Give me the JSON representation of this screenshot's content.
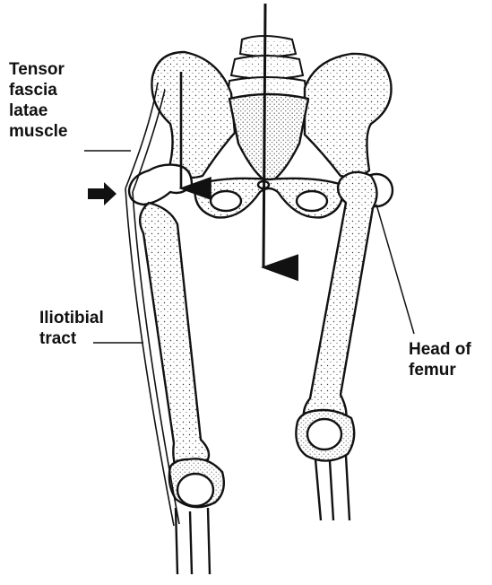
{
  "labels": {
    "tensor_fascia_latae": [
      "Tensor",
      "fascia",
      "latae",
      "muscle"
    ],
    "iliotibial_tract": [
      "Iliotibial",
      "tract"
    ],
    "head_of_femur": [
      "Head of",
      "femur"
    ]
  },
  "colors": {
    "ink": "#111111",
    "bone": "#ffffff",
    "stipple": "#3a3a3a"
  }
}
